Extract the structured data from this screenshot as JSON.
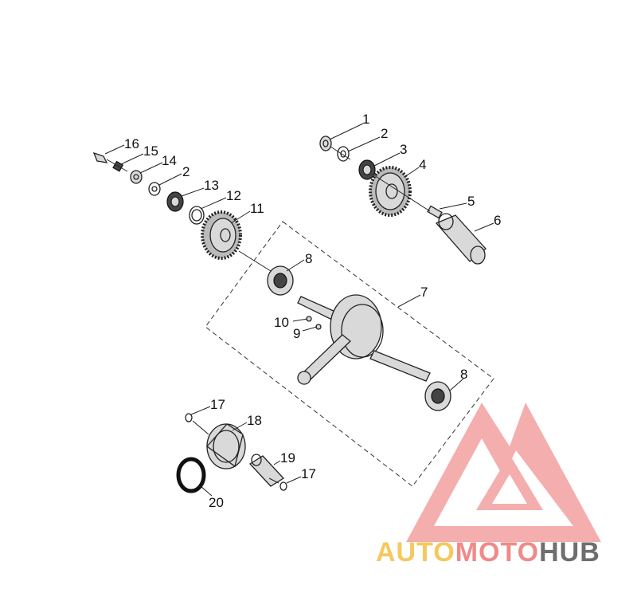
{
  "callouts": {
    "c1": "1",
    "c2a": "2",
    "c3": "3",
    "c4": "4",
    "c5": "5",
    "c6": "6",
    "c7": "7",
    "c8a": "8",
    "c8b": "8",
    "c9": "9",
    "c10": "10",
    "c11": "11",
    "c12": "12",
    "c13": "13",
    "c2b": "2",
    "c14": "14",
    "c15": "15",
    "c16": "16",
    "c17a": "17",
    "c18": "18",
    "c19": "19",
    "c17b": "17",
    "c20": "20"
  },
  "watermark": {
    "word1": "AUTO",
    "word2": "MOTO",
    "word3": "HUB",
    "colors": {
      "triangle": "#f08a8a",
      "auto": "#f4c95d",
      "moto": "#f08a8a",
      "hub": "#6e6e6e"
    }
  }
}
